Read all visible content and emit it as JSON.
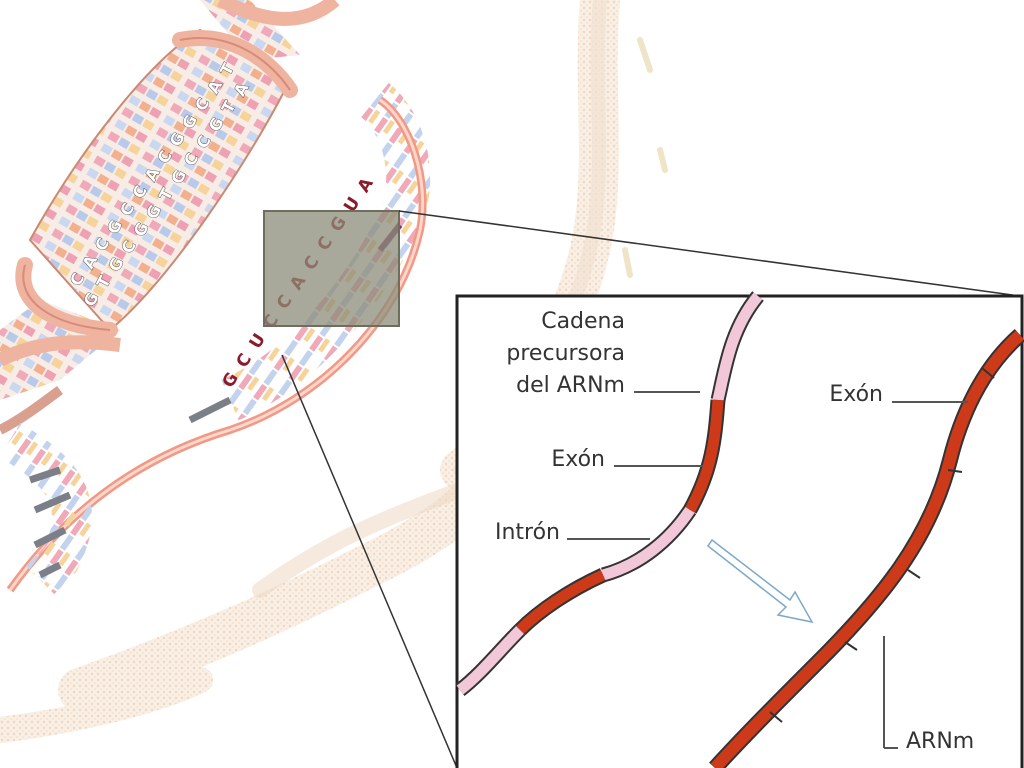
{
  "labels": {
    "precursor_line1": "Cadena",
    "precursor_line2": "precursora",
    "precursor_line3": "del ARNm",
    "exon_left": "Exón",
    "intron": "Intrón",
    "exon_right": "Exón",
    "mrna": "ARNm"
  },
  "dna_bases": {
    "col1": [
      "T",
      "A",
      "C",
      "G",
      "G",
      "C",
      "A",
      "C",
      "C",
      "G",
      "C",
      "A",
      "C"
    ],
    "col2": [
      "A",
      "T",
      "G",
      "C",
      "C",
      "G",
      "T",
      "G",
      "G",
      "C",
      "G",
      "T",
      "G"
    ]
  },
  "rna_codons": [
    "A",
    "U",
    "G",
    "C",
    "C",
    "A",
    "C",
    "C",
    "U",
    "C",
    "G"
  ],
  "colors": {
    "exon": "#cc3a1a",
    "intron": "#f2c8d8",
    "ribbon": "#f0a090",
    "inset_border": "#222222",
    "zoom_box": "#8c8c7a"
  }
}
